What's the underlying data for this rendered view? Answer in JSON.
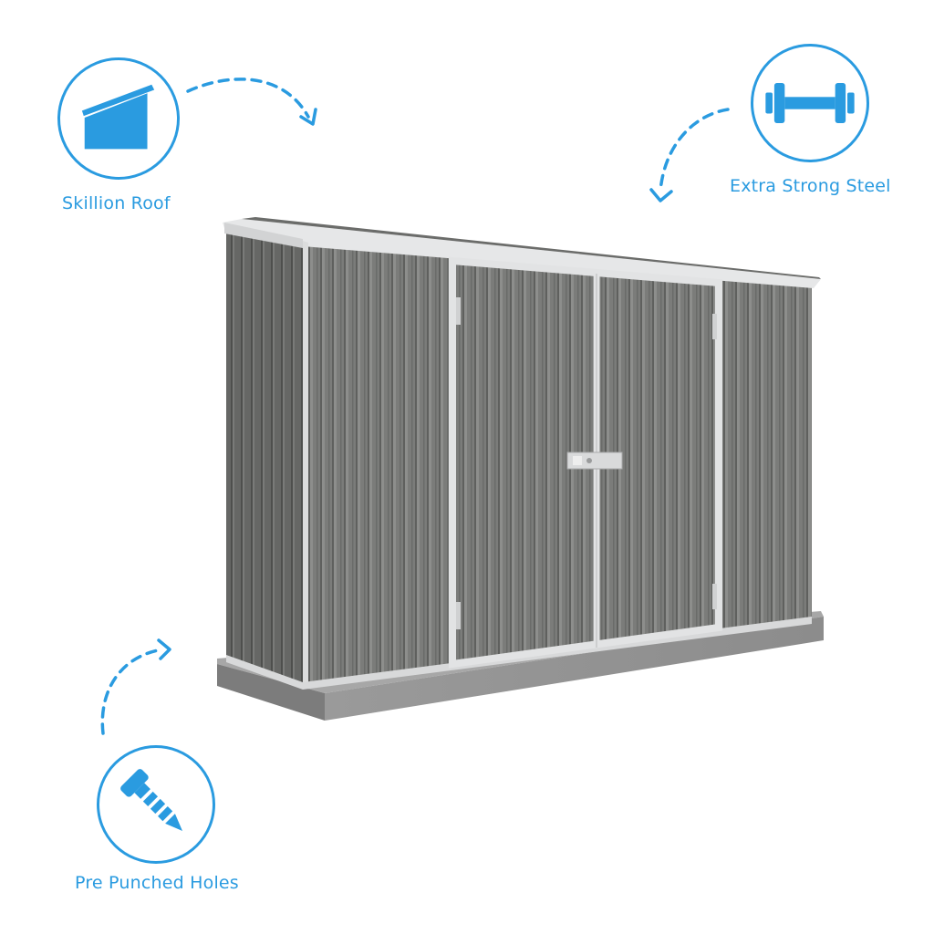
{
  "colors": {
    "accent": "#2a9be0",
    "shed_panel": "#7c7d7b",
    "shed_trim": "#e3e4e5",
    "concrete": "#8a8a8a"
  },
  "features": [
    {
      "label": "Skillion Roof",
      "icon": "skillion-roof-icon"
    },
    {
      "label": "Extra Strong Steel",
      "icon": "dumbbell-icon"
    },
    {
      "label": "Pre Punched Holes",
      "icon": "screw-icon"
    }
  ]
}
